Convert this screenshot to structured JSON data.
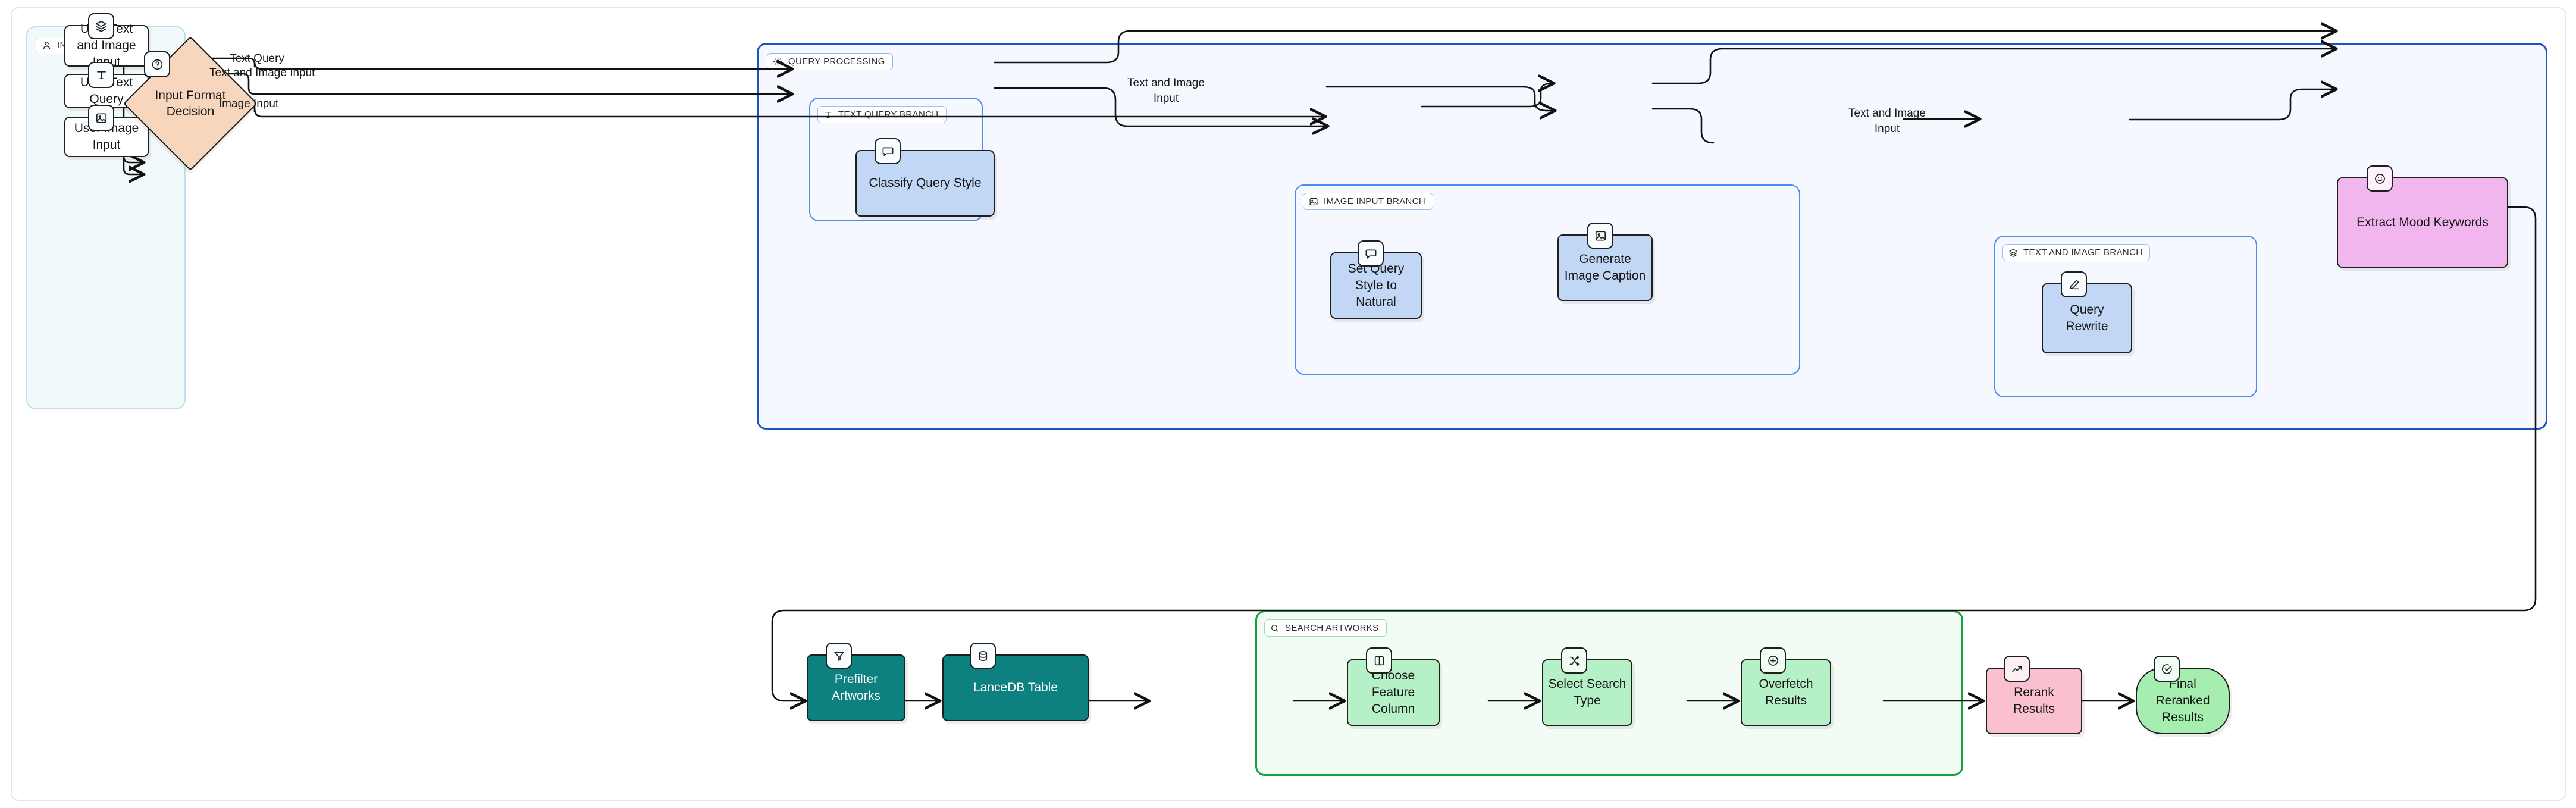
{
  "diagram": {
    "type": "flowchart",
    "orientation": "left-to-right",
    "subgraphs": [
      {
        "id": "inputs",
        "label": "INPUTS",
        "icon": "person-icon",
        "accent": "#bfe0e8",
        "fill": "#f2f9fb"
      },
      {
        "id": "qp",
        "label": "QUERY PROCESSING",
        "icon": "gear-icon",
        "accent": "#1a55c4",
        "fill": "#f5f8fe"
      },
      {
        "id": "tqb",
        "label": "TEXT QUERY BRANCH",
        "icon": "text-t-icon",
        "accent": "#4a8cf0",
        "fill": "#f5f8fe"
      },
      {
        "id": "iib",
        "label": "IMAGE INPUT BRANCH",
        "icon": "image-icon",
        "accent": "#4a8cf0",
        "fill": "#f5f8fe"
      },
      {
        "id": "tib",
        "label": "TEXT AND IMAGE BRANCH",
        "icon": "layers-icon",
        "accent": "#4a8cf0",
        "fill": "#f5f8fe"
      },
      {
        "id": "search",
        "label": "SEARCH ARTWORKS",
        "icon": "search-icon",
        "accent": "#12a33f",
        "fill": "#f2fbf4"
      }
    ],
    "nodes": [
      {
        "id": "n1",
        "label": "User Text and Image Input",
        "icon": "layers-icon",
        "shape": "rounded-rect",
        "fill": "#ffffff"
      },
      {
        "id": "n2",
        "label": "User Text Query",
        "icon": "text-t-icon",
        "shape": "rounded-rect",
        "fill": "#ffffff"
      },
      {
        "id": "n3",
        "label": "User Image Input",
        "icon": "image-icon",
        "shape": "rounded-rect",
        "fill": "#ffffff"
      },
      {
        "id": "n4",
        "label": "Input Format Decision",
        "icon": "question-icon",
        "shape": "diamond",
        "fill": "#f8d6bd"
      },
      {
        "id": "n5",
        "label": "Classify Query Style",
        "icon": "chat-bubble-icon",
        "shape": "rounded-rect",
        "fill": "#c2d7f5"
      },
      {
        "id": "n6",
        "label": "Set Query Style to Natural",
        "icon": "chat-bubble-icon",
        "shape": "rounded-rect",
        "fill": "#c2d7f5"
      },
      {
        "id": "n7",
        "label": "Generate Image Caption",
        "icon": "image-icon",
        "shape": "rounded-rect",
        "fill": "#c2d7f5"
      },
      {
        "id": "n8",
        "label": "Query Rewrite",
        "icon": "pencil-icon",
        "shape": "rounded-rect",
        "fill": "#c2d7f5"
      },
      {
        "id": "n9",
        "label": "Extract Mood Keywords",
        "icon": "smiley-icon",
        "shape": "rounded-rect",
        "fill": "#f2b6ef"
      },
      {
        "id": "n10",
        "label": "Prefilter Artworks",
        "icon": "filter-icon",
        "shape": "rounded-rect",
        "fill": "#0d8080"
      },
      {
        "id": "n11",
        "label": "LanceDB Table",
        "icon": "database-icon",
        "shape": "rounded-rect",
        "fill": "#0d8080"
      },
      {
        "id": "n12",
        "label": "Choose Feature Column",
        "icon": "columns-icon",
        "shape": "rounded-rect",
        "fill": "#b5f0c6"
      },
      {
        "id": "n13",
        "label": "Select Search Type",
        "icon": "shuffle-icon",
        "shape": "rounded-rect",
        "fill": "#b5f0c6"
      },
      {
        "id": "n14",
        "label": "Overfetch Results",
        "icon": "plus-circle-icon",
        "shape": "rounded-rect",
        "fill": "#b5f0c6"
      },
      {
        "id": "n15",
        "label": "Rerank Results",
        "icon": "trending-up-icon",
        "shape": "rounded-rect",
        "fill": "#fac0d0"
      },
      {
        "id": "n16",
        "label": "Final Reranked Results",
        "icon": "check-circle-icon",
        "shape": "stadium",
        "fill": "#a5eeb0"
      }
    ],
    "edge_labels": [
      {
        "id": "e1",
        "text": "Text Query"
      },
      {
        "id": "e2",
        "text": "Text and Image Input"
      },
      {
        "id": "e3",
        "text": "Image Input"
      },
      {
        "id": "e4",
        "text": "Text and Image Input"
      },
      {
        "id": "e5",
        "text": "Text and Image Input"
      }
    ]
  }
}
